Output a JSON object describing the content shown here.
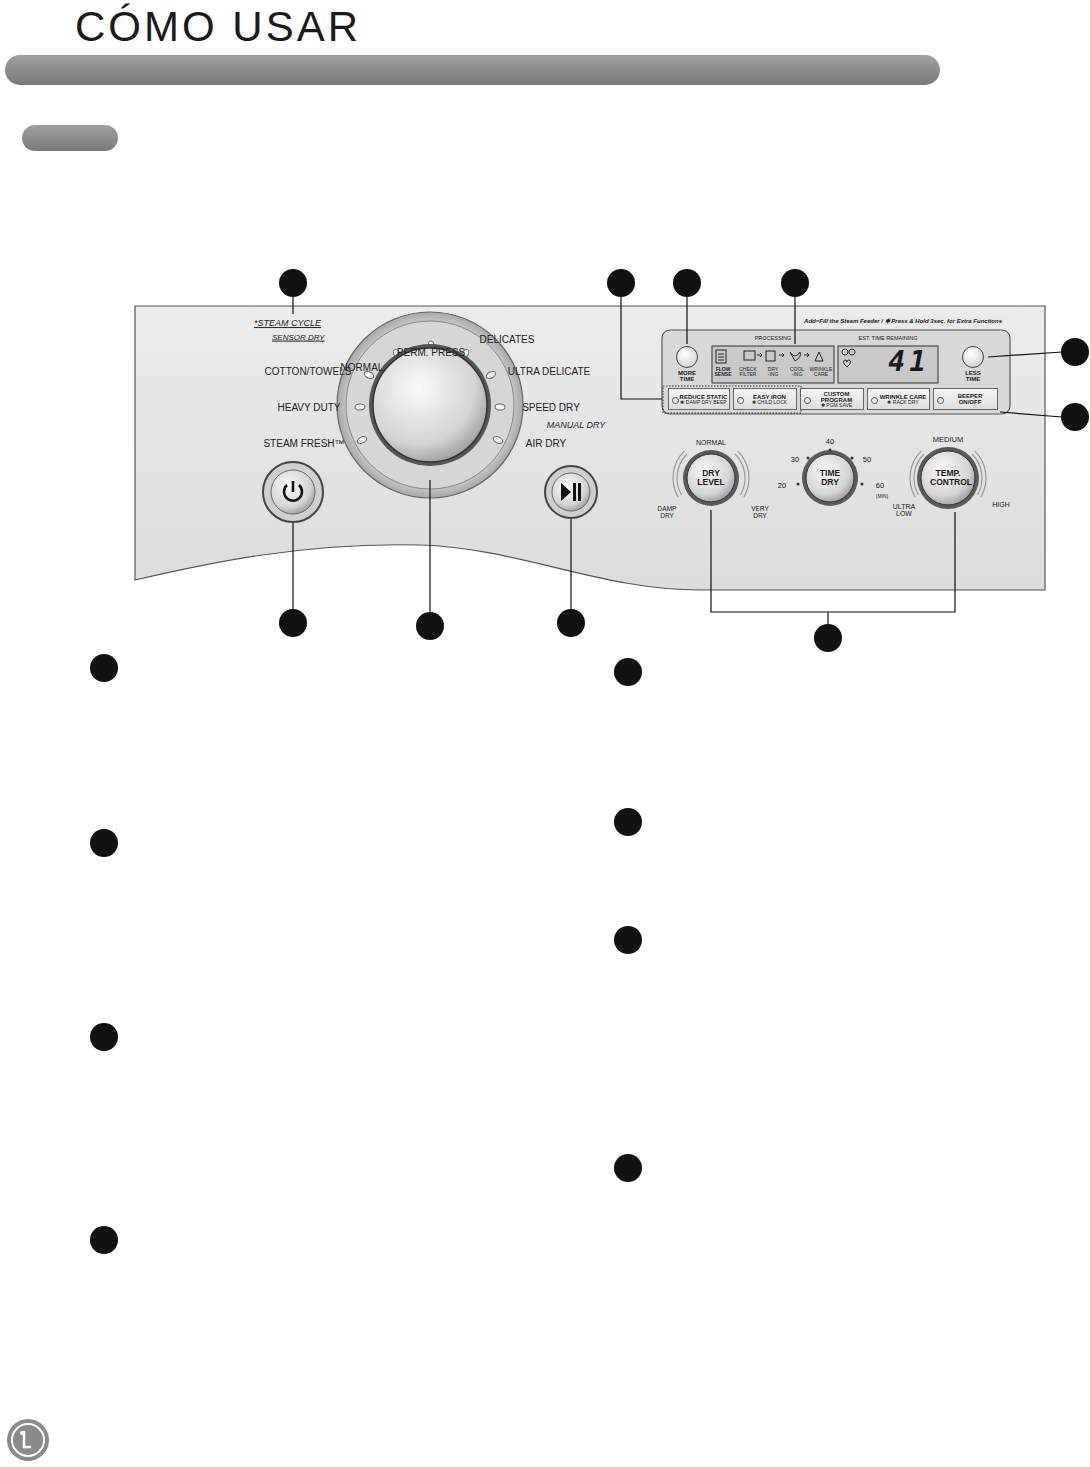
{
  "diagram": {
    "title": "CÓMO USAR",
    "nodes": [
      {
        "text": [
          "MORE TIME"
        ]
      },
      {
        "text": [
          "PROCESSING",
          "FLOW SENSE",
          "CHECK FILTER",
          "DRY -ING",
          "COOL -ING",
          "WRINKLE CARE"
        ]
      },
      {
        "text": [
          "EST. TIME REMAINING",
          "41"
        ]
      },
      {
        "text": [
          "LESS TIME"
        ]
      },
      {
        "text": [
          "REDUCE STATIC",
          "✱ DAMP DRY BEEP"
        ]
      },
      {
        "text": [
          "EASY IRON",
          "✱ CHILD LOCK"
        ]
      },
      {
        "text": [
          "CUSTOM PROGRAM",
          "✱ PGM SAVE"
        ]
      },
      {
        "text": [
          "WRINKLE CARE",
          "✱ RACK DRY"
        ]
      },
      {
        "text": [
          "BEEPER ON/OFF"
        ]
      },
      {
        "text": [
          "DRY LEVEL"
        ]
      },
      {
        "text": [
          "TIME DRY"
        ]
      },
      {
        "text": [
          "TEMP. CONTROL"
        ]
      }
    ],
    "labels": [
      "*STEAM CYCLE",
      "SENSOR DRY",
      "NORMAL",
      "PERM. PRESS",
      "DELICATES",
      "COTTON/TOWELS",
      "ULTRA DELICATE",
      "HEAVY DUTY",
      "SPEED DRY",
      "MANUAL DRY",
      "STEAM FRESH™",
      "AIR DRY",
      "Add=Fill the Steam Feeder / ✱ Press & Hold 3sec. for Extra Functions",
      "NORMAL",
      "DAMP DRY",
      "VERY DRY",
      "40",
      "30",
      "50",
      "20",
      "60",
      "(MIN)",
      "MEDIUM",
      "ULTRA LOW",
      "HIGH"
    ]
  }
}
